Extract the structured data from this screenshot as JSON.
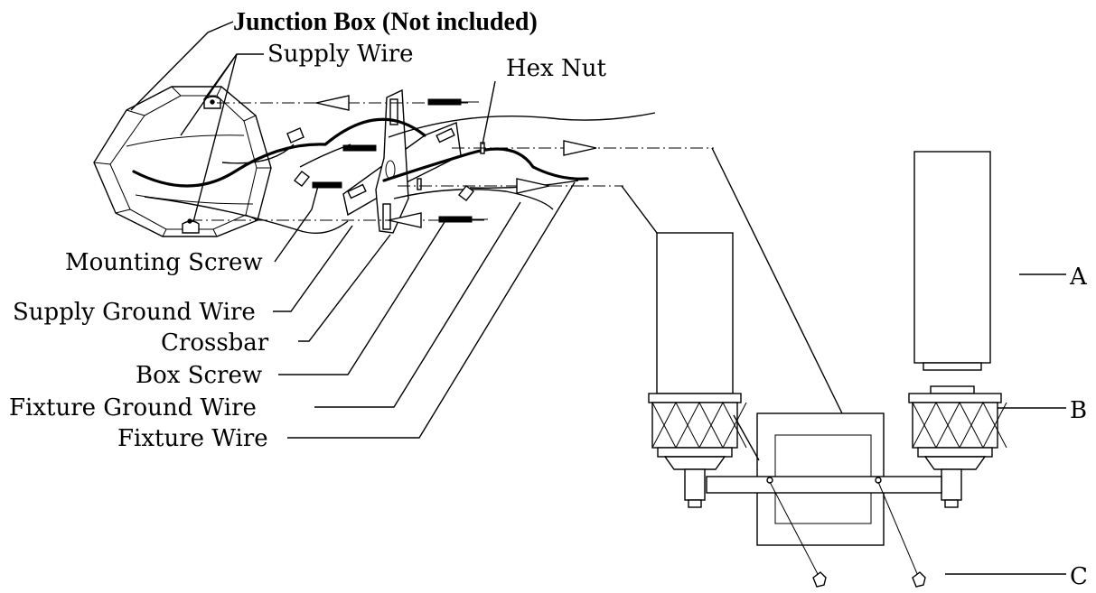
{
  "labels": {
    "junction_box": "Junction Box (Not included)",
    "supply_wire": "Supply Wire",
    "hex_nut": "Hex Nut",
    "mounting_screw": "Mounting Screw",
    "supply_ground_wire": "Supply Ground Wire",
    "crossbar": "Crossbar",
    "box_screw": "Box Screw",
    "fixture_ground_wire": "Fixture Ground Wire",
    "fixture_wire": "Fixture Wire",
    "part_a": "A",
    "part_b": "B",
    "part_c": "C"
  }
}
